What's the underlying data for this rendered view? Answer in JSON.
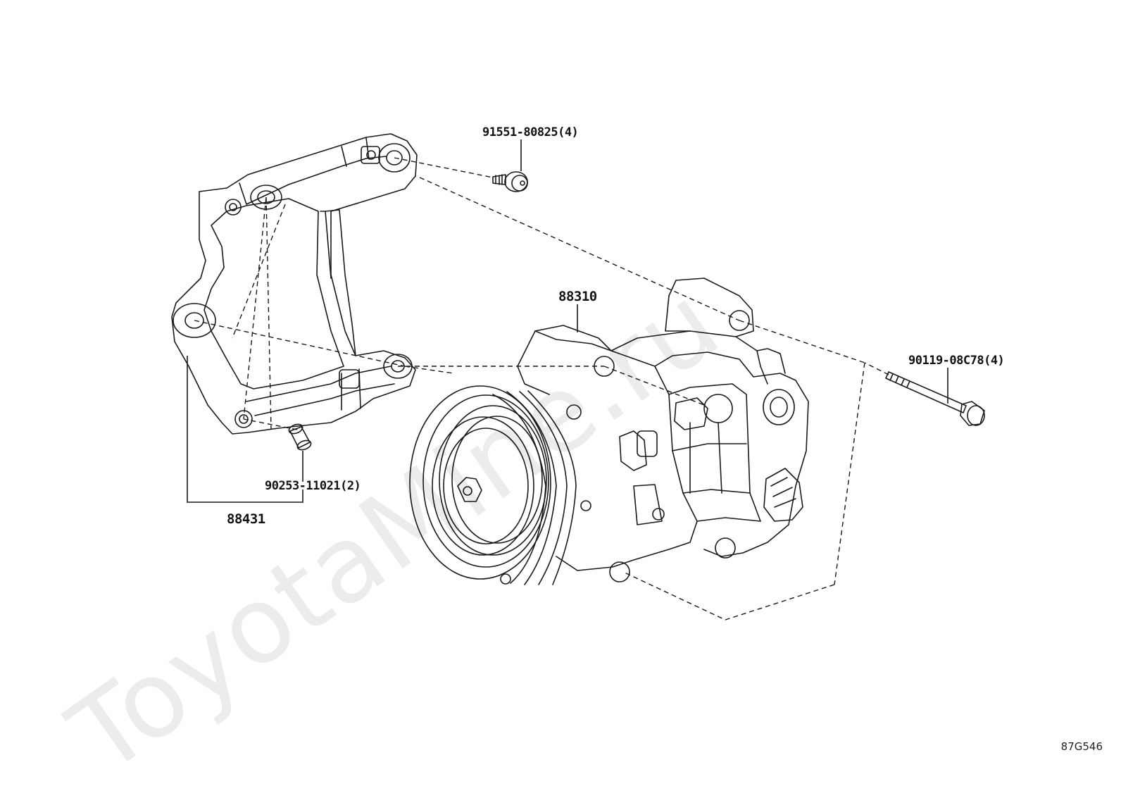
{
  "parts": {
    "bolt_top": "91551-80825(4)",
    "compressor": "88310",
    "bolt_right": "90119-08C78(4)",
    "collar": "90253-11021(2)",
    "bracket": "88431"
  },
  "diagram_code": "87G546",
  "watermark": "ToyotaMine.ru",
  "colors": {
    "line": "#1a1a1a",
    "watermark": "#ececec"
  }
}
